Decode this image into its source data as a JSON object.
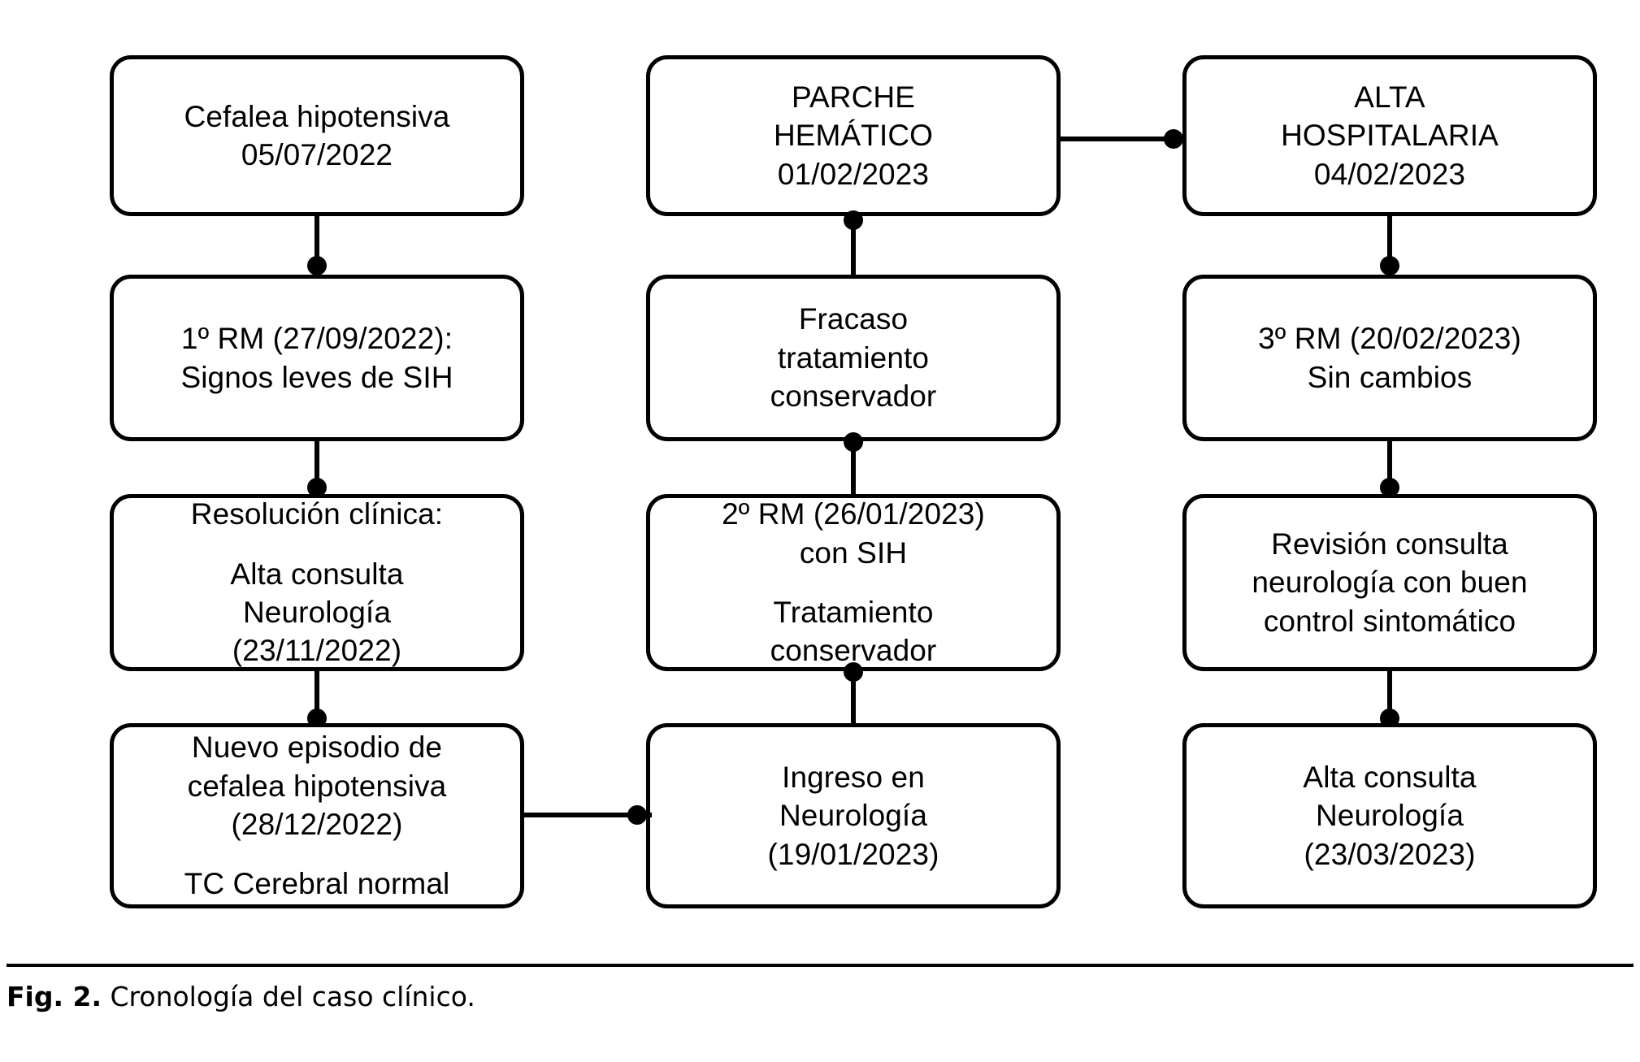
{
  "figure": {
    "caption_label": "Fig. 2.",
    "caption_text": "Cronología del caso clínico."
  },
  "diagram": {
    "title": "Cronología del caso clínico",
    "type": "flowchart",
    "ink_color": "#000000",
    "background_color": "#ffffff",
    "columns": [
      {
        "id": "col-1",
        "nodes": [
          {
            "id": "n1",
            "lines": [
              "Cefalea hipotensiva",
              "05/07/2022"
            ]
          },
          {
            "id": "n2",
            "lines": [
              "1º RM (27/09/2022):",
              "Signos leves de SIH"
            ]
          },
          {
            "id": "n3",
            "lines": [
              "Resolución clínica:",
              "Alta consulta",
              "Neurología",
              "(23/11/2022)"
            ],
            "gap_before_line": 1
          },
          {
            "id": "n4",
            "lines": [
              "Nuevo episodio de",
              "cefalea hipotensiva",
              "(28/12/2022)",
              "TC Cerebral normal"
            ],
            "gap_before_line": 3
          }
        ]
      },
      {
        "id": "col-2",
        "nodes": [
          {
            "id": "n5",
            "lines": [
              "PARCHE",
              "HEMÁTICO",
              "01/02/2023"
            ]
          },
          {
            "id": "n6",
            "lines": [
              "Fracaso",
              "tratamiento",
              "conservador"
            ]
          },
          {
            "id": "n7",
            "lines": [
              "2º RM (26/01/2023)",
              "con SIH",
              "Tratamiento",
              "conservador"
            ],
            "gap_before_line": 2
          },
          {
            "id": "n8",
            "lines": [
              "Ingreso en",
              "Neurología",
              "(19/01/2023)"
            ]
          }
        ]
      },
      {
        "id": "col-3",
        "nodes": [
          {
            "id": "n9",
            "lines": [
              "ALTA",
              "HOSPITALARIA",
              "04/02/2023"
            ]
          },
          {
            "id": "n10",
            "lines": [
              "3º RM (20/02/2023)",
              "Sin cambios"
            ]
          },
          {
            "id": "n11",
            "lines": [
              "Revisión consulta",
              "neurología con buen",
              "control sintomático"
            ]
          },
          {
            "id": "n12",
            "lines": [
              "Alta consulta",
              "Neurología",
              "(23/03/2023)"
            ]
          }
        ]
      }
    ],
    "edges": [
      {
        "from": "n1",
        "to": "n2",
        "direction": "down"
      },
      {
        "from": "n2",
        "to": "n3",
        "direction": "down"
      },
      {
        "from": "n3",
        "to": "n4",
        "direction": "down"
      },
      {
        "from": "n4",
        "to": "n8",
        "direction": "right"
      },
      {
        "from": "n8",
        "to": "n7",
        "direction": "up"
      },
      {
        "from": "n7",
        "to": "n6",
        "direction": "up"
      },
      {
        "from": "n6",
        "to": "n5",
        "direction": "up"
      },
      {
        "from": "n5",
        "to": "n9",
        "direction": "right"
      },
      {
        "from": "n9",
        "to": "n10",
        "direction": "down"
      },
      {
        "from": "n10",
        "to": "n11",
        "direction": "down"
      },
      {
        "from": "n11",
        "to": "n12",
        "direction": "down"
      }
    ]
  }
}
